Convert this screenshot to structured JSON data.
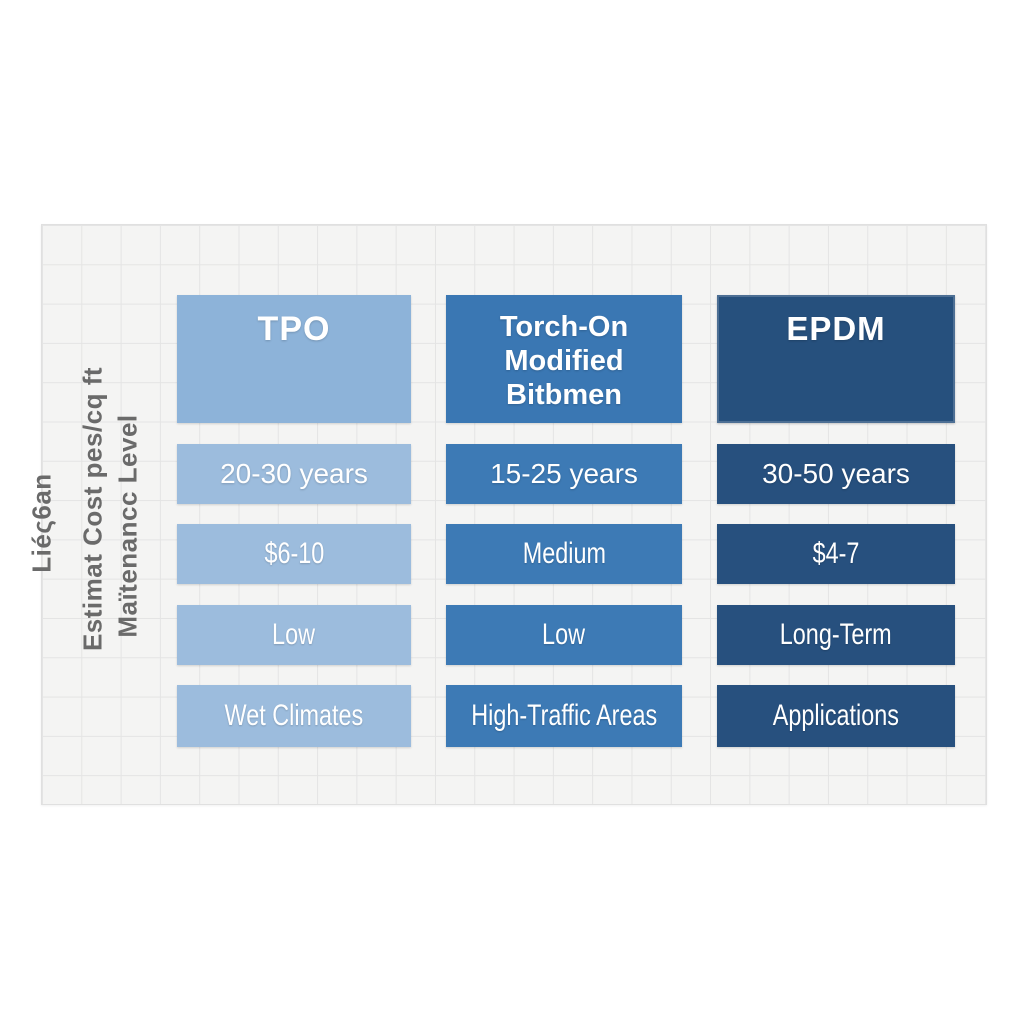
{
  "title": "Roofing membrane comparison infographic",
  "colors": {
    "page_background": "#ffffff",
    "panel_background": "#f4f4f3",
    "grid_line": "#e4e4e4",
    "light_blue": "#9cbcdd",
    "light_blue_header": "#8db3d9",
    "medium_blue": "#3d7ab5",
    "medium_blue_header": "#3a77b3",
    "dark_blue": "#27507e",
    "dark_blue_header": "#26507d",
    "cell_text": "#ffffff",
    "axis_label_text": "#6a6a6a"
  },
  "chart_data": {
    "type": "table",
    "title": "",
    "legend_position": "none",
    "grid": true,
    "columns": [
      "TPO",
      "Torch-On Modified Bitbmen",
      "EPDM"
    ],
    "row_labels": [
      "Liéς6an",
      "Estimat Cost pes/cq ft",
      "Maïtenancc Level"
    ],
    "rows": [
      {
        "cells": [
          "20-30 years",
          "15-25 years",
          "30-50 years"
        ]
      },
      {
        "cells": [
          "$6-10",
          "Medium",
          "$4-7"
        ]
      },
      {
        "cells": [
          "Low",
          "Low",
          "Long-Term"
        ]
      },
      {
        "cells": [
          "Wet Climates",
          "High-Traffic Areas",
          "Applications"
        ]
      }
    ]
  }
}
